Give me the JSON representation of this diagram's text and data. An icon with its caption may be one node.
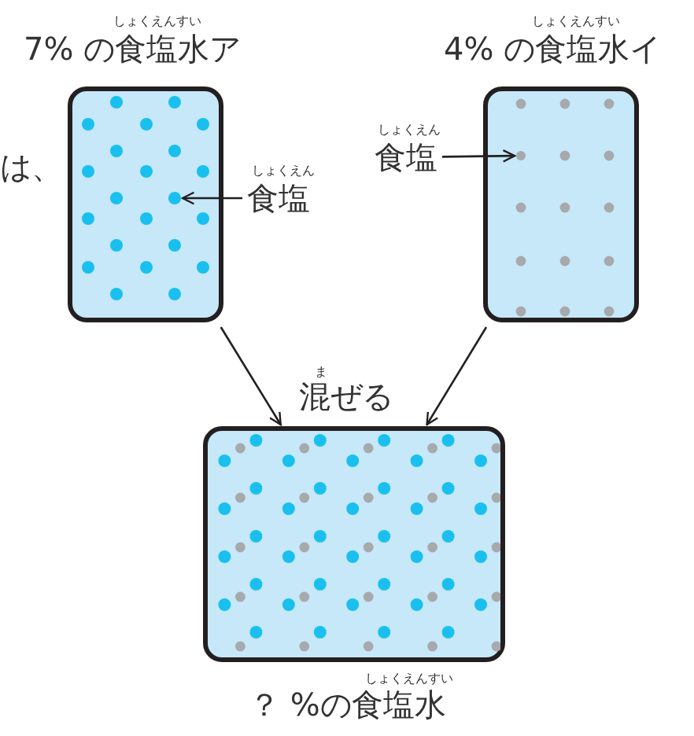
{
  "diagram": {
    "nodes": [
      {
        "text": [
          "しょくえんすい",
          "7% の食塩水ア"
        ]
      },
      {
        "text": [
          "しょくえん",
          "食塩"
        ]
      },
      {
        "text": [],
        "shape": "circle",
        "in": 0
      },
      {
        "text": [
          "しょくえんすい",
          "4% の食塩水イ"
        ]
      },
      {
        "text": [
          "しょくえん",
          "食塩"
        ]
      },
      {
        "text": [],
        "shape": "circle",
        "in": 3
      },
      {
        "text": [
          "しょくえんすい",
          "？ %の食塩水"
        ]
      }
    ],
    "edges": [
      {
        "from": 1,
        "to": 2,
        "arrow": "to"
      },
      {
        "from": 4,
        "to": 5,
        "arrow": "to"
      },
      {
        "from": 0,
        "to": 6,
        "arrow": "to"
      },
      {
        "from": 3,
        "to": 6,
        "arrow": "to"
      }
    ],
    "labels": [
      "は、",
      "ま",
      "混ぜる"
    ]
  }
}
